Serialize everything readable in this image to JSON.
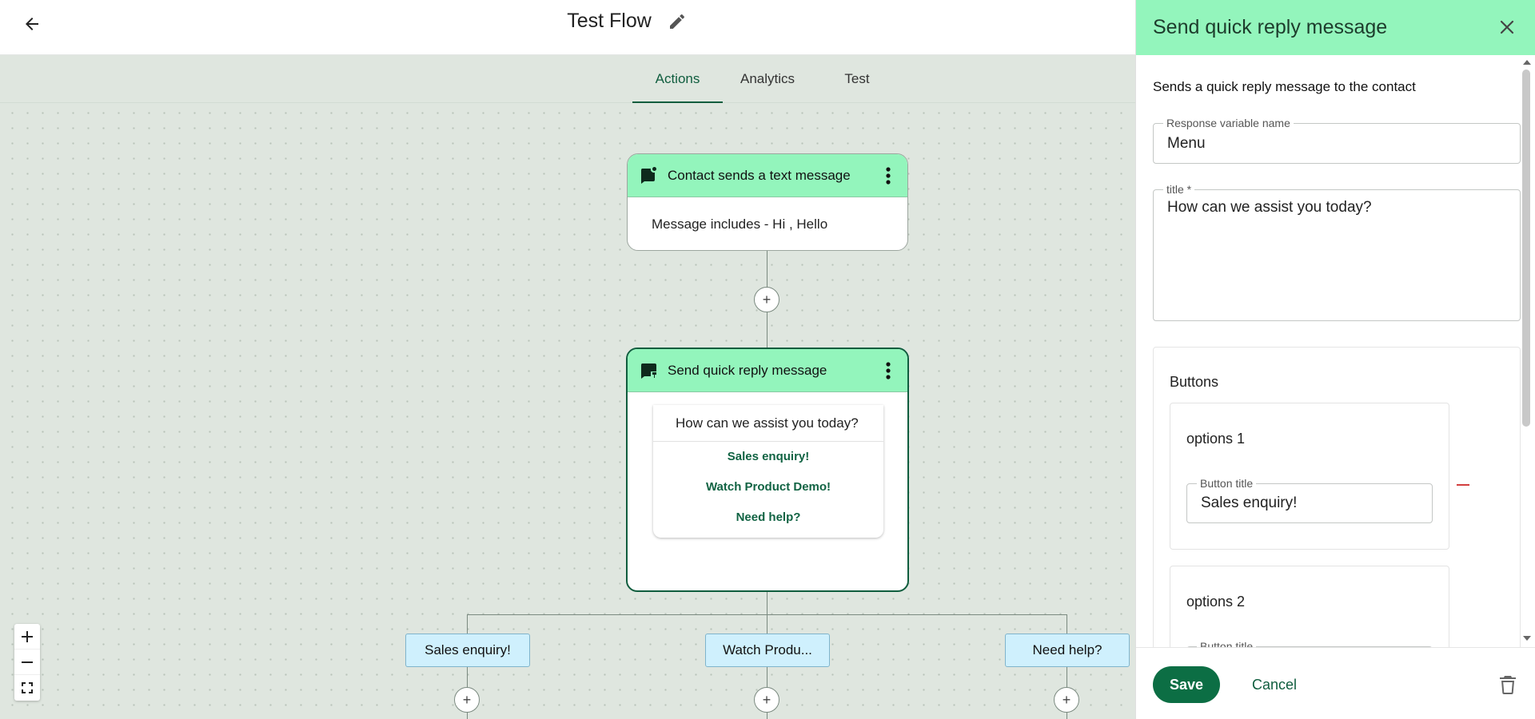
{
  "header": {
    "flow_title": "Test Flow",
    "back_icon": "arrow-left-icon",
    "edit_icon": "pencil-icon"
  },
  "tabs": [
    {
      "label": "Actions",
      "active": true
    },
    {
      "label": "Analytics",
      "active": false
    },
    {
      "label": "Test",
      "active": false
    }
  ],
  "nodes": {
    "trigger": {
      "title": "Contact sends a text message",
      "body": "Message includes - Hi , Hello",
      "icon": "chat-bubble-icon"
    },
    "quick_reply": {
      "title": "Send quick reply message",
      "message": "How can we assist you today?",
      "buttons": [
        "Sales enquiry!",
        "Watch Product Demo!",
        "Need help?"
      ],
      "icon": "quick-reply-icon"
    }
  },
  "branches": [
    "Sales enquiry!",
    "Watch Produ...",
    "Need help?"
  ],
  "add_symbol": "+",
  "zoom_controls": {
    "zoom_in": "+",
    "zoom_out": "−"
  },
  "panel": {
    "title": "Send quick reply message",
    "description": "Sends a quick reply message to the contact",
    "variable_label": "Response variable name",
    "variable_value": "Menu",
    "title_label": "title *",
    "title_value": "How can we assist you today?",
    "buttons_heading": "Buttons",
    "options": [
      {
        "label": "options 1",
        "field_label": "Button title",
        "value": "Sales enquiry!"
      },
      {
        "label": "options 2",
        "field_label": "Button title",
        "value": ""
      }
    ],
    "save_label": "Save",
    "cancel_label": "Cancel"
  },
  "colors": {
    "accent": "#0f5d3e",
    "node_header": "#93f5bc",
    "canvas": "#dfe6df",
    "branch_chip": "#cff0fd",
    "remove": "#d23f3f"
  }
}
